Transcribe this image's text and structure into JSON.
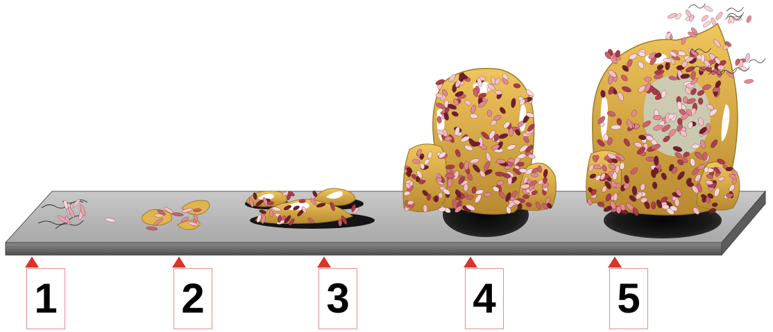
{
  "diagram": {
    "stages": [
      {
        "number": "1"
      },
      {
        "number": "2"
      },
      {
        "number": "3"
      },
      {
        "number": "4"
      },
      {
        "number": "5"
      }
    ],
    "colors": {
      "surface_top": "#b9b9b9",
      "surface_front": "#6e6e6e",
      "matrix": "#e2b44c",
      "matrix_dark": "#9b7a2e",
      "cell_light": "#f3c1c7",
      "cell_mid": "#c8616b",
      "cell_dark": "#6e1f2a",
      "marker": "#d7352a",
      "label_border": "#e58b86",
      "shadow": "#141414"
    }
  }
}
